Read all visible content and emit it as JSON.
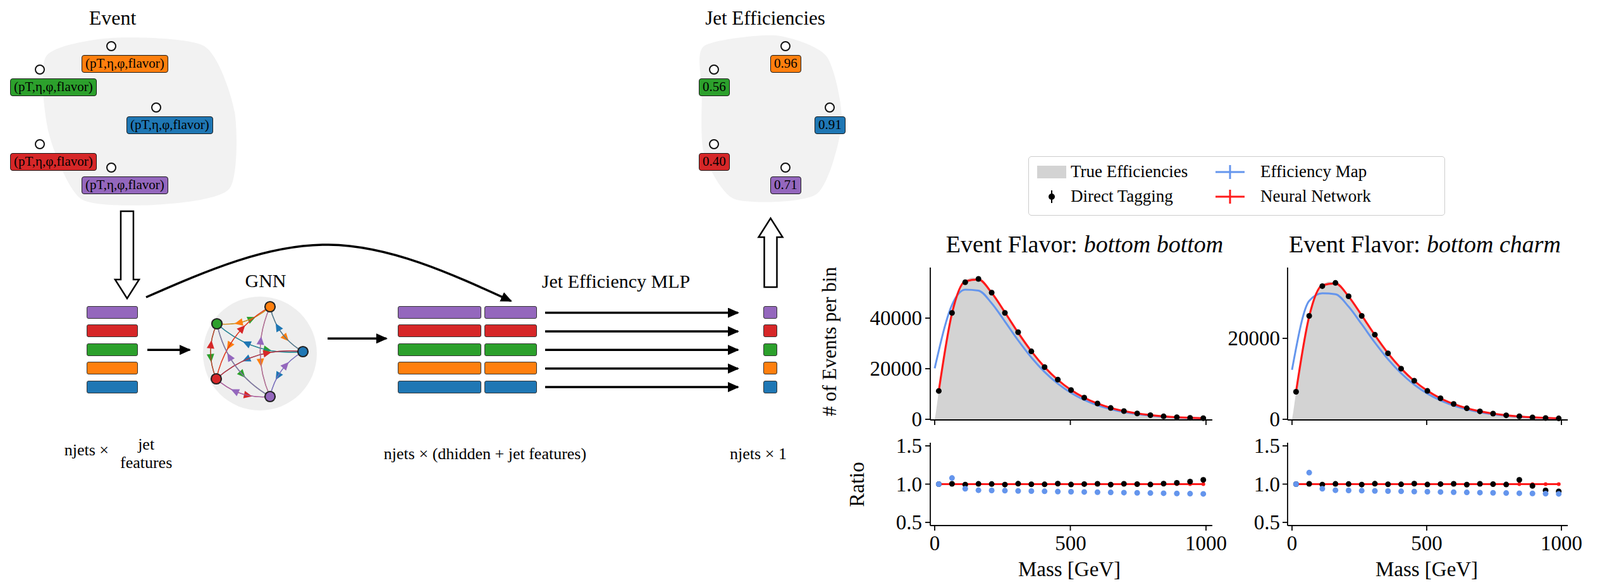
{
  "diagram": {
    "nodes": [
      {
        "text": [
          "Event"
        ]
      },
      {
        "text": [
          "(pT,η,φ,flavor)"
        ],
        "in": 0
      },
      {
        "text": [
          "(pT,η,φ,flavor)"
        ],
        "in": 0
      },
      {
        "text": [
          "(pT,η,φ,flavor)"
        ],
        "in": 0
      },
      {
        "text": [
          "(pT,η,φ,flavor)"
        ],
        "in": 0
      },
      {
        "text": [
          "(pT,η,φ,flavor)"
        ],
        "in": 0
      },
      {
        "text": [
          "Jet Efficiencies"
        ]
      },
      {
        "text": [
          "0.96"
        ],
        "in": 6
      },
      {
        "text": [
          "0.56"
        ],
        "in": 6
      },
      {
        "text": [
          "0.91"
        ],
        "in": 6
      },
      {
        "text": [
          "0.40"
        ],
        "in": 6
      },
      {
        "text": [
          "0.71"
        ],
        "in": 6
      },
      {
        "text": [
          "njets ×",
          "jet features"
        ]
      },
      {
        "text": [
          "GNN"
        ]
      },
      {
        "text": [
          "njets × (dhidden + jet features)"
        ]
      },
      {
        "text": [
          "njets × 1"
        ]
      }
    ],
    "edges": [
      {
        "from": 0,
        "to": 12,
        "arrow": "to"
      },
      {
        "from": 12,
        "to": 13,
        "arrow": "to"
      },
      {
        "from": 13,
        "to": 14,
        "arrow": "to"
      },
      {
        "from": 12,
        "to": 14,
        "arrow": "to"
      },
      {
        "from": 14,
        "to": 15,
        "arrow": "to"
      },
      {
        "from": 14,
        "to": 15,
        "arrow": "to"
      },
      {
        "from": 14,
        "to": 15,
        "arrow": "to"
      },
      {
        "from": 14,
        "to": 15,
        "arrow": "to"
      },
      {
        "from": 14,
        "to": 15,
        "arrow": "to"
      },
      {
        "from": 15,
        "to": 6,
        "arrow": "to"
      }
    ],
    "labels": [
      "Jet Efficiency MLP",
      "Event Flavor:",
      "bottom bottom",
      "Event Flavor:",
      "bottom charm",
      "# of Events per bin",
      "Ratio",
      "Mass [GeV]",
      "Mass [GeV]",
      "0",
      "20000",
      "40000",
      "1.5",
      "1.0",
      "0.5",
      "0",
      "500",
      "1000",
      "0",
      "20000",
      "1.5",
      "1.0",
      "0.5",
      "0",
      "500",
      "1000"
    ],
    "legend": [
      {
        "text": "True Efficiencies",
        "color": "#d3d3d3"
      },
      {
        "text": "Efficiency Map"
      },
      {
        "text": "Direct Tagging"
      },
      {
        "text": "Neural Network"
      }
    ]
  }
}
